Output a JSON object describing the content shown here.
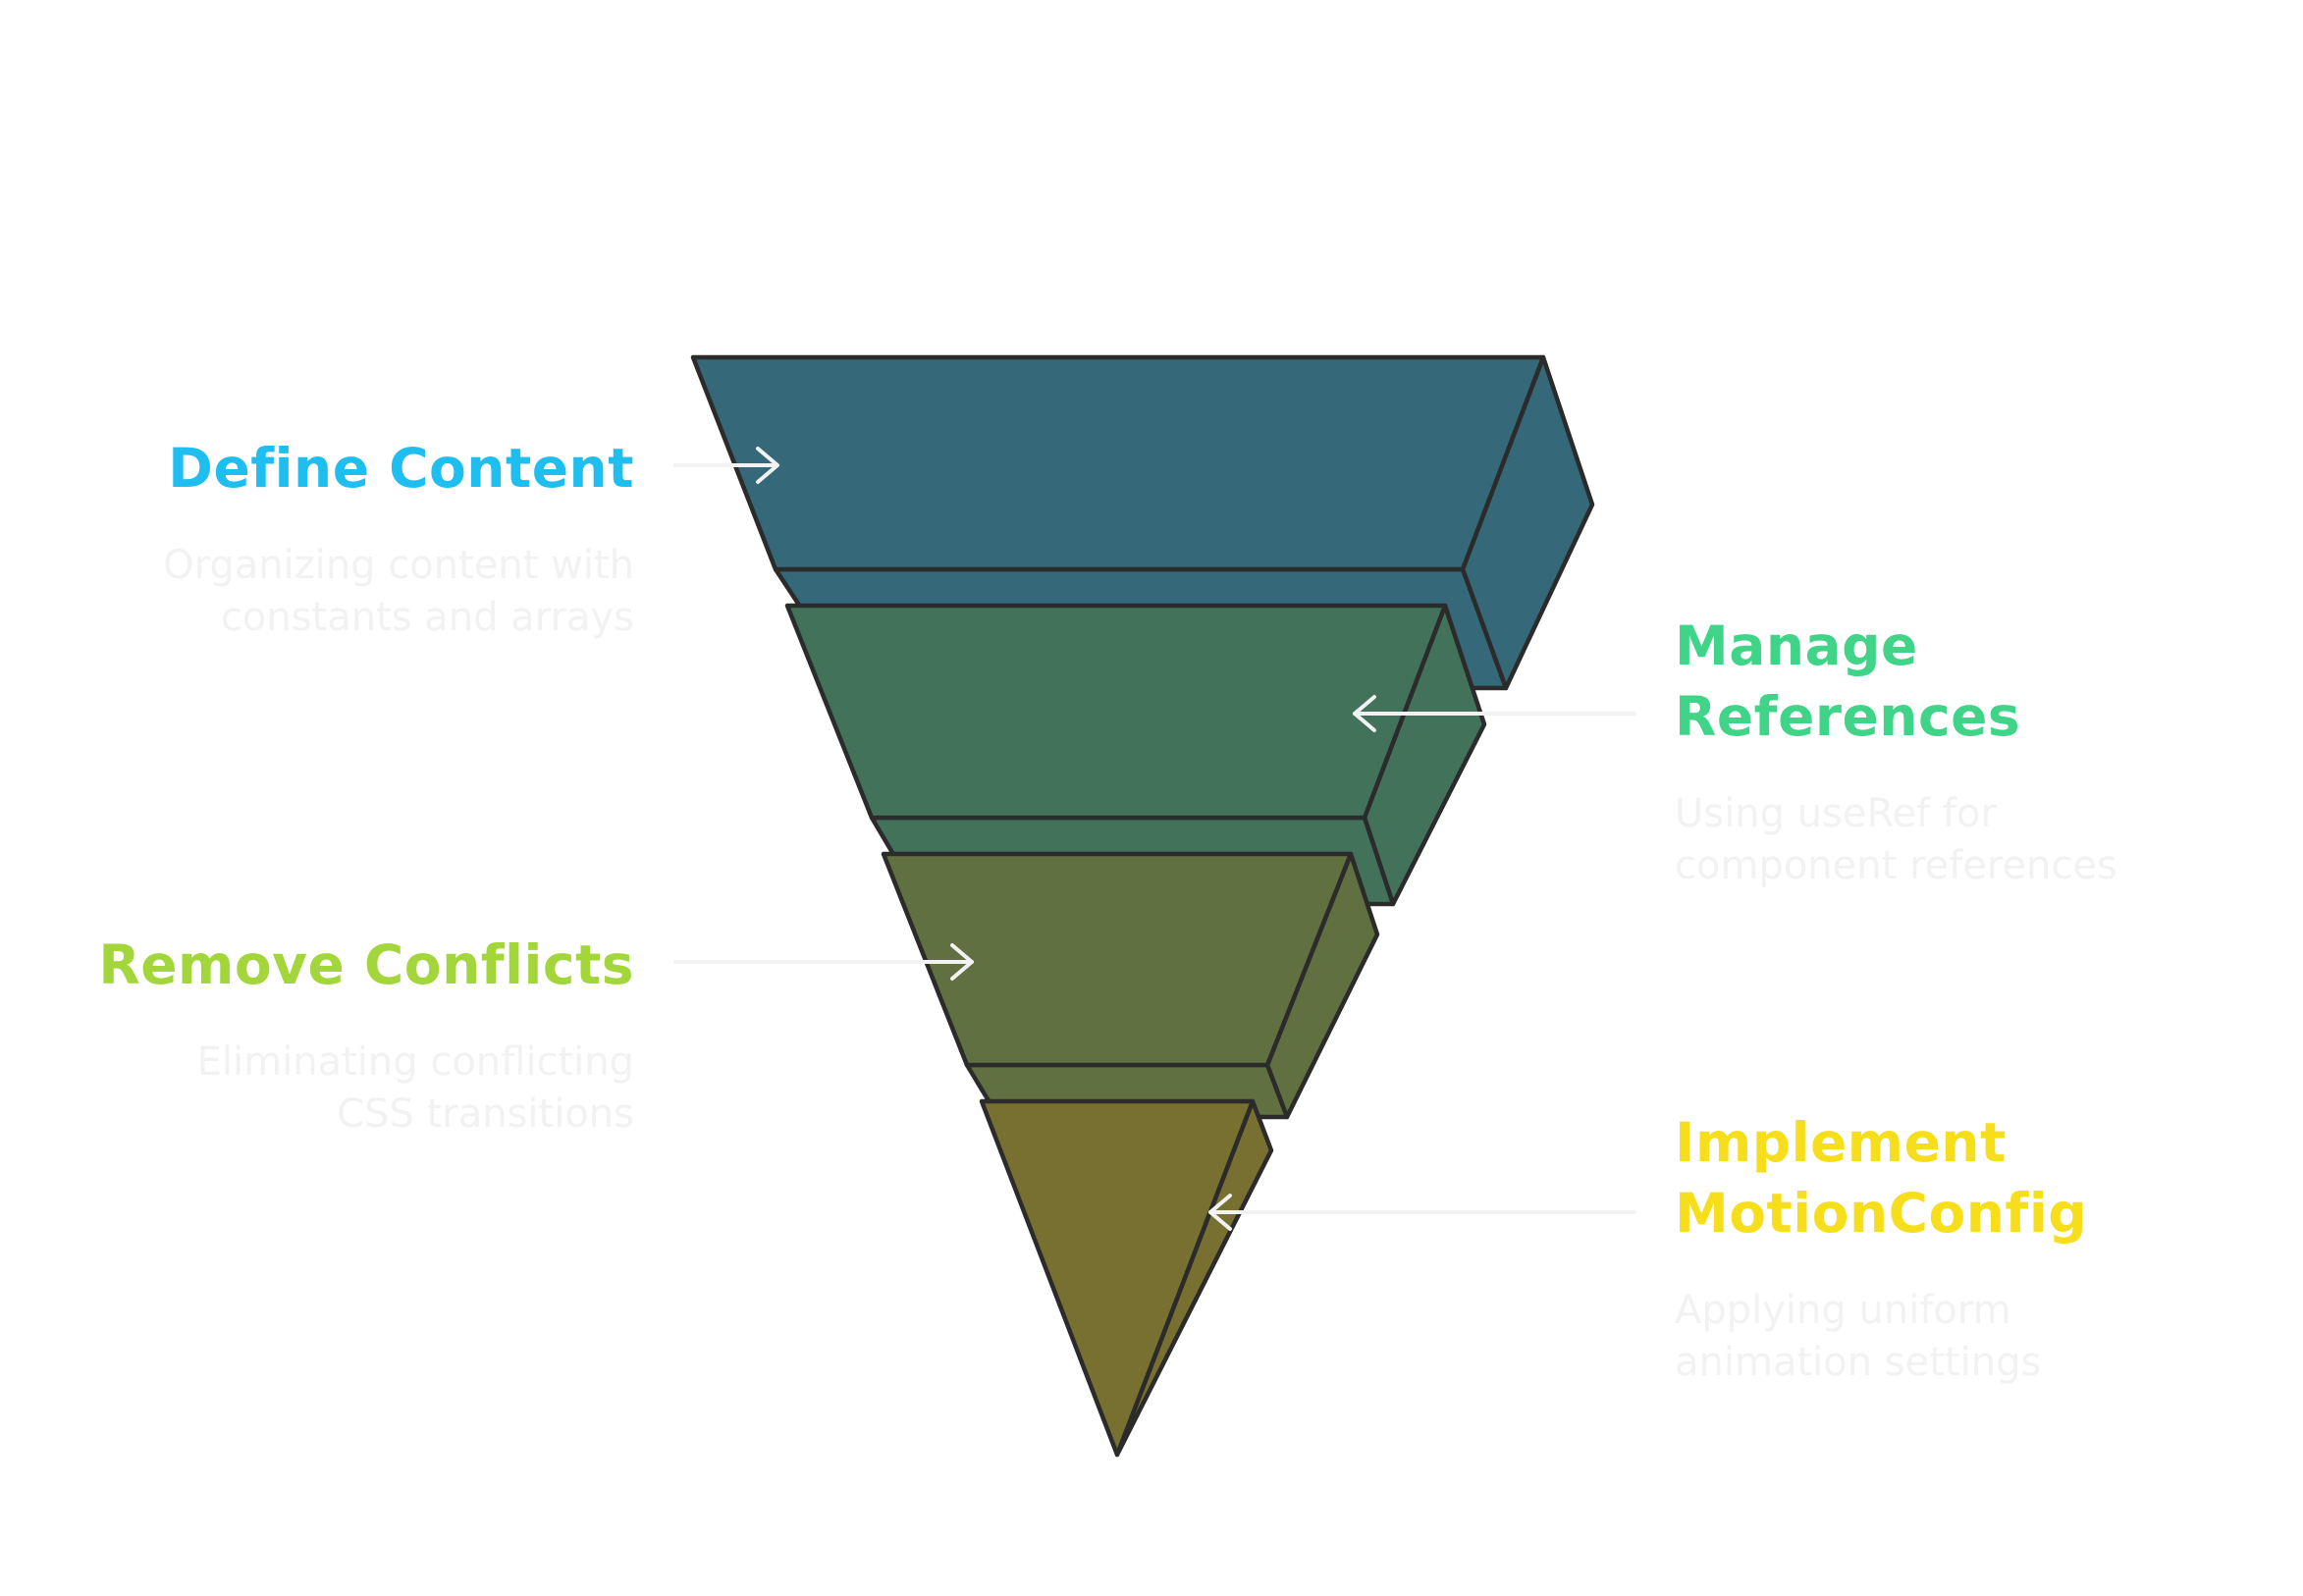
{
  "steps": [
    {
      "title": "Define Content",
      "description_line1": "Organizing content with",
      "description_line2": "constants and arrays",
      "color": "#1fbef0",
      "fill": "#356878"
    },
    {
      "title_line1": "Manage",
      "title_line2": "References",
      "description_line1": "Using useRef for",
      "description_line2": "component references",
      "color": "#3fd488",
      "fill": "#42725a"
    },
    {
      "title": "Remove Conflicts",
      "description_line1": "Eliminating conflicting",
      "description_line2": "CSS transitions",
      "color": "#a2d63a",
      "fill": "#617040"
    },
    {
      "title_line1": "Implement",
      "title_line2": "MotionConfig",
      "description_line1": "Applying uniform",
      "description_line2": "animation settings",
      "color": "#f7de1a",
      "fill": "#787030"
    }
  ]
}
